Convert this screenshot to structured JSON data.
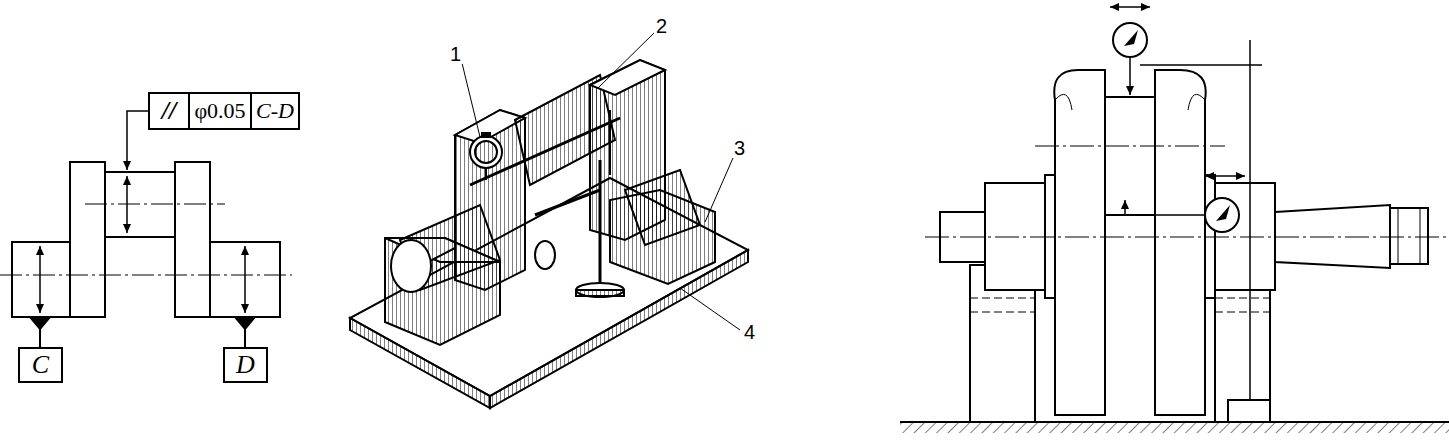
{
  "diagram": {
    "nodes": [
      {
        "text": [
          "//"
        ]
      },
      {
        "text": [
          "φ0.05"
        ]
      },
      {
        "text": [
          "C-D"
        ]
      },
      {
        "text": [
          "C"
        ]
      },
      {
        "text": [
          "D"
        ]
      }
    ],
    "labels": [
      "1",
      "2",
      "3",
      "4"
    ]
  }
}
